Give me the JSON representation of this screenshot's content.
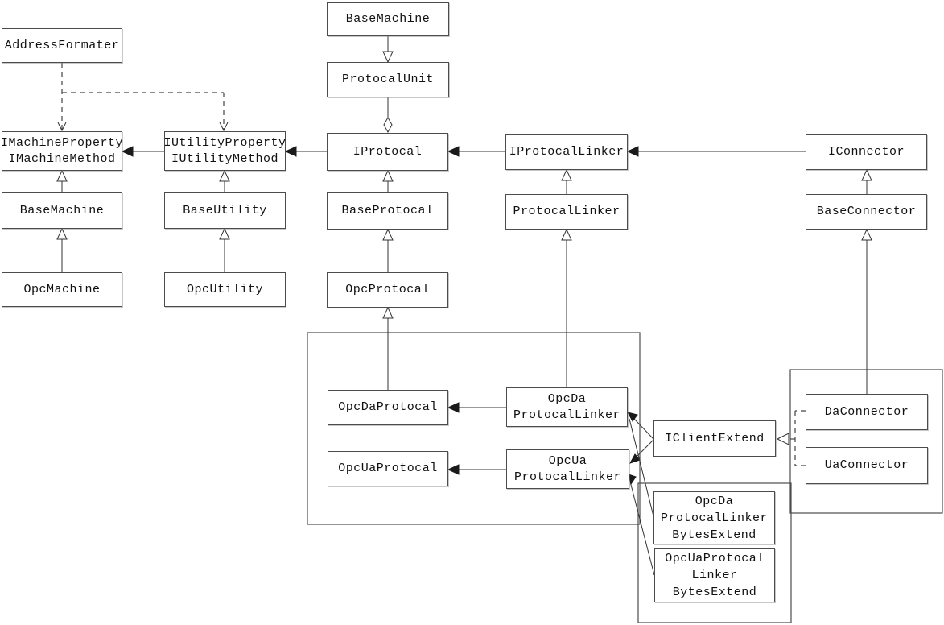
{
  "diagram": {
    "kind": "uml-class-diagram",
    "colors": {
      "background": "#ffffff",
      "box_border": "#4c4c4c",
      "line": "#333333",
      "text": "#111111"
    },
    "nodes": {
      "addressFormater": {
        "lines": [
          "AddressFormater"
        ]
      },
      "baseMachineTop": {
        "lines": [
          "BaseMachine"
        ]
      },
      "protocalUnit": {
        "lines": [
          "ProtocalUnit"
        ]
      },
      "iMachine": {
        "lines": [
          "IMachineProperty",
          "IMachineMethod"
        ]
      },
      "iUtility": {
        "lines": [
          "IUtilityProperty",
          "IUtilityMethod"
        ]
      },
      "iProtocal": {
        "lines": [
          "IProtocal"
        ]
      },
      "iProtocalLinker": {
        "lines": [
          "IProtocalLinker"
        ]
      },
      "iConnector": {
        "lines": [
          "IConnector"
        ]
      },
      "baseMachine": {
        "lines": [
          "BaseMachine"
        ]
      },
      "baseUtility": {
        "lines": [
          "BaseUtility"
        ]
      },
      "baseProtocal": {
        "lines": [
          "BaseProtocal"
        ]
      },
      "protocalLinker": {
        "lines": [
          "ProtocalLinker"
        ]
      },
      "baseConnector": {
        "lines": [
          "BaseConnector"
        ]
      },
      "opcMachine": {
        "lines": [
          "OpcMachine"
        ]
      },
      "opcUtility": {
        "lines": [
          "OpcUtility"
        ]
      },
      "opcProtocal": {
        "lines": [
          "OpcProtocal"
        ]
      },
      "opcDaProtocal": {
        "lines": [
          "OpcDaProtocal"
        ]
      },
      "opcUaProtocal": {
        "lines": [
          "OpcUaProtocal"
        ]
      },
      "opcDaProtocalLinker": {
        "lines": [
          "OpcDa",
          "ProtocalLinker"
        ]
      },
      "opcUaProtocalLinker": {
        "lines": [
          "OpcUa",
          "ProtocalLinker"
        ]
      },
      "iClientExtend": {
        "lines": [
          "IClientExtend"
        ]
      },
      "daConnector": {
        "lines": [
          "DaConnector"
        ]
      },
      "uaConnector": {
        "lines": [
          "UaConnector"
        ]
      },
      "opcDaBytes": {
        "lines": [
          "OpcDa",
          "ProtocalLinker",
          "BytesExtend"
        ]
      },
      "opcUaBytes": {
        "lines": [
          "OpcUaProtocal",
          "Linker",
          "BytesExtend"
        ]
      }
    },
    "edges": [
      {
        "from": "BaseMachine",
        "to": "ProtocalUnit",
        "type": "generalization"
      },
      {
        "from": "ProtocalUnit",
        "to": "IProtocal",
        "type": "aggregation"
      },
      {
        "from": "AddressFormater",
        "to": "IMachineProperty IMachineMethod",
        "type": "dependency"
      },
      {
        "from": "AddressFormater",
        "to": "IUtilityProperty IUtilityMethod",
        "type": "dependency"
      },
      {
        "from": "IUtilityProperty IUtilityMethod",
        "to": "IMachineProperty IMachineMethod",
        "type": "association"
      },
      {
        "from": "IProtocal",
        "to": "IUtilityProperty IUtilityMethod",
        "type": "association"
      },
      {
        "from": "IProtocalLinker",
        "to": "IProtocal",
        "type": "association"
      },
      {
        "from": "IConnector",
        "to": "IProtocalLinker",
        "type": "association"
      },
      {
        "from": "BaseMachine",
        "to": "IMachineProperty IMachineMethod",
        "type": "generalization"
      },
      {
        "from": "OpcMachine",
        "to": "BaseMachine",
        "type": "generalization"
      },
      {
        "from": "BaseUtility",
        "to": "IUtilityProperty IUtilityMethod",
        "type": "generalization"
      },
      {
        "from": "OpcUtility",
        "to": "BaseUtility",
        "type": "generalization"
      },
      {
        "from": "BaseProtocal",
        "to": "IProtocal",
        "type": "generalization"
      },
      {
        "from": "OpcProtocal",
        "to": "BaseProtocal",
        "type": "generalization"
      },
      {
        "from": "OpcDaProtocal",
        "to": "OpcProtocal",
        "type": "generalization"
      },
      {
        "from": "ProtocalLinker",
        "to": "IProtocalLinker",
        "type": "generalization"
      },
      {
        "from": "OpcDaProtocalLinker",
        "to": "ProtocalLinker",
        "type": "generalization"
      },
      {
        "from": "BaseConnector",
        "to": "IConnector",
        "type": "generalization"
      },
      {
        "from": "DaConnector",
        "to": "BaseConnector",
        "type": "generalization"
      },
      {
        "from": "OpcDaProtocalLinker",
        "to": "OpcDaProtocal",
        "type": "association"
      },
      {
        "from": "OpcUaProtocalLinker",
        "to": "OpcUaProtocal",
        "type": "association"
      },
      {
        "from": "IClientExtend",
        "to": "OpcDaProtocalLinker",
        "type": "association"
      },
      {
        "from": "IClientExtend",
        "to": "OpcUaProtocalLinker",
        "type": "association"
      },
      {
        "from": "OpcDaProtocalLinkerBytesExtend",
        "to": "OpcDaProtocalLinker",
        "type": "association"
      },
      {
        "from": "OpcUaProtocalLinkerBytesExtend",
        "to": "OpcUaProtocalLinker",
        "type": "association"
      },
      {
        "from": "DaConnector",
        "to": "IClientExtend",
        "type": "realization"
      },
      {
        "from": "UaConnector",
        "to": "IClientExtend",
        "type": "realization"
      }
    ]
  }
}
